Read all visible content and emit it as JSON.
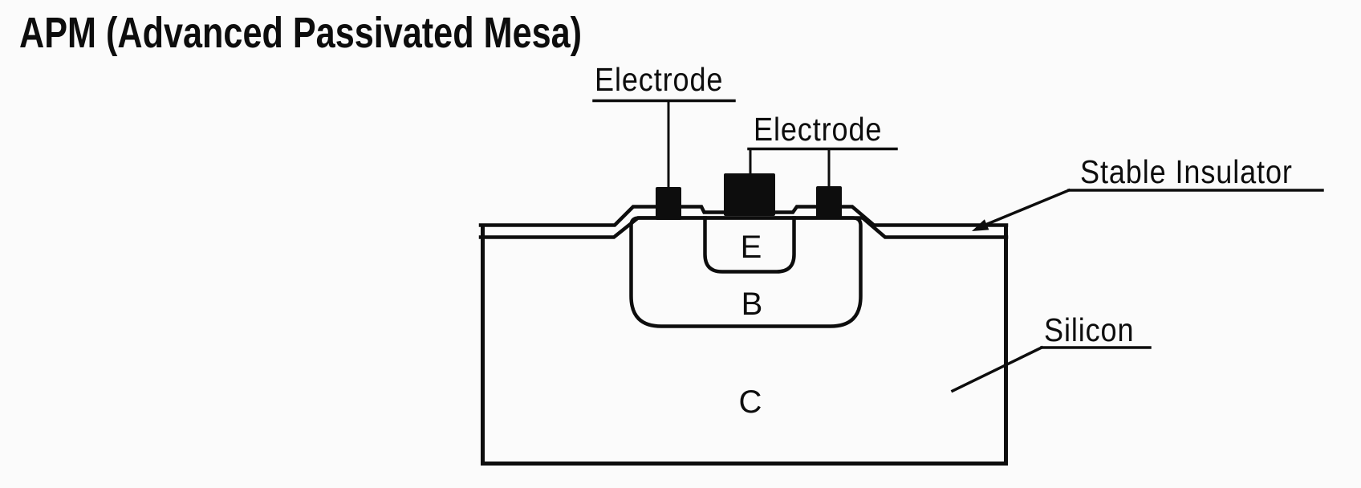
{
  "title": "APM (Advanced Passivated Mesa)",
  "labels": {
    "electrode_left": "Electrode",
    "electrode_center": "Electrode",
    "stable_insulator": "Stable Insulator",
    "silicon": "Silicon"
  },
  "regions": {
    "emitter": "E",
    "base": "B",
    "collector": "C"
  },
  "colors": {
    "ink": "#0d0d0d",
    "background": "#fbfbfb"
  }
}
